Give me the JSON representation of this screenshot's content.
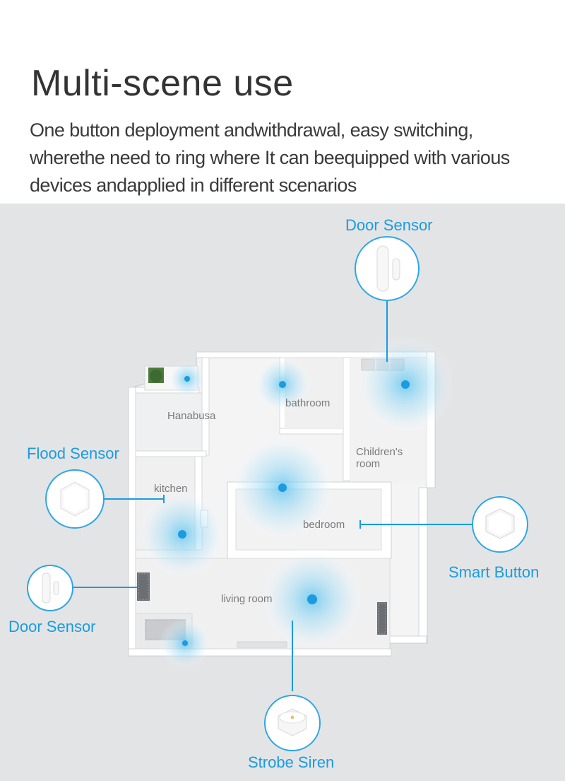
{
  "header": {
    "title": "Multi-scene use",
    "subtitle": "One button deployment andwithdrawal, easy switching, wherethe need to ring where It can beequipped with various devices andapplied in different scenarios"
  },
  "rooms": {
    "hanabusa": "Hanabusa",
    "bathroom": "bathroom",
    "children": "Children's\nroom",
    "kitchen": "kitchen",
    "bedroom": "bedroom",
    "living": "living room"
  },
  "devices": {
    "door_sensor_top": "Door  Sensor",
    "flood_sensor": "Flood Sensor",
    "smart_button": "Smart Button",
    "door_sensor_left": "Door Sensor",
    "strobe_siren": "Strobe Siren"
  },
  "colors": {
    "accent": "#1b9be0",
    "background": "#e3e4e6",
    "signal": "#7fd0f2"
  }
}
